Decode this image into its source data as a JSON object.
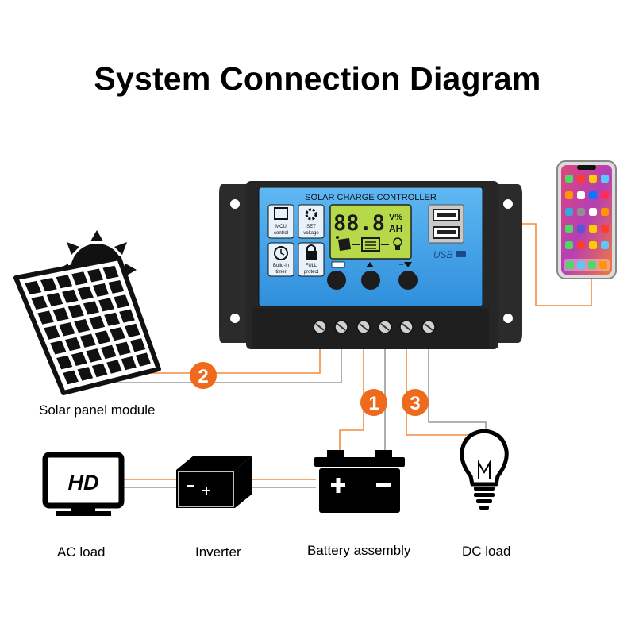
{
  "title": "System Connection Diagram",
  "controller": {
    "heading": "SOLAR CHARGE CONTROLLER",
    "lcd_digits": "88.8",
    "lcd_units_top": "V%",
    "lcd_units_bottom": "AH",
    "usb_label": "USB",
    "icons": [
      {
        "name": "mcu-chip-icon",
        "label_1": "MCU",
        "label_2": "control"
      },
      {
        "name": "gear-icon",
        "label_1": "SET",
        "label_2": "voltage"
      },
      {
        "name": "clock-icon",
        "label_1": "Build-in",
        "label_2": "timer"
      },
      {
        "name": "lock-icon",
        "label_1": "FULL",
        "label_2": "protect"
      }
    ],
    "buttons": [
      "menu-button",
      "up-button",
      "down-button"
    ]
  },
  "badges": {
    "one": "1",
    "two": "2",
    "three": "3"
  },
  "labels": {
    "solar": "Solar panel module",
    "ac": "AC load",
    "inverter": "Inverter",
    "battery": "Battery assembly",
    "dc": "DC load"
  },
  "tv_text": "HD",
  "colors": {
    "wire_orange": "#f08a3e",
    "wire_gray": "#9a9a9a",
    "badge_orange": "#ef6a1c",
    "controller_blue": "#3aa0e8",
    "lcd_green": "#b6d94a"
  }
}
